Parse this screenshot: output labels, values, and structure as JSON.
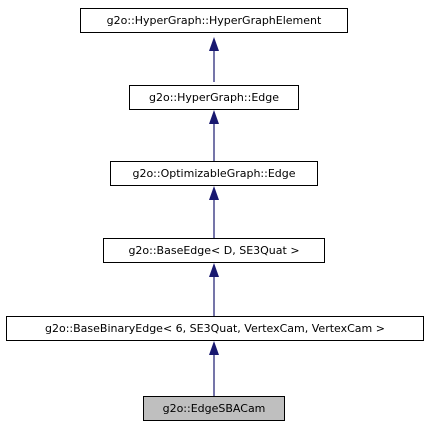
{
  "diagram": {
    "title": "",
    "nodes": [
      {
        "id": "hypergraph-element",
        "label": "g2o::HyperGraph::HyperGraphElement",
        "highlighted": false
      },
      {
        "id": "hypergraph-edge",
        "label": "g2o::HyperGraph::Edge",
        "highlighted": false
      },
      {
        "id": "optimizable-edge",
        "label": "g2o::OptimizableGraph::Edge",
        "highlighted": false
      },
      {
        "id": "base-edge",
        "label": "g2o::BaseEdge< D, SE3Quat >",
        "highlighted": false
      },
      {
        "id": "base-binary-edge",
        "label": "g2o::BaseBinaryEdge< 6, SE3Quat, VertexCam, VertexCam >",
        "highlighted": false
      },
      {
        "id": "edge-sba-cam",
        "label": "g2o::EdgeSBACam",
        "highlighted": true
      }
    ],
    "edges": [
      {
        "from": "hypergraph-edge",
        "to": "hypergraph-element"
      },
      {
        "from": "optimizable-edge",
        "to": "hypergraph-edge"
      },
      {
        "from": "base-edge",
        "to": "optimizable-edge"
      },
      {
        "from": "base-binary-edge",
        "to": "base-edge"
      },
      {
        "from": "edge-sba-cam",
        "to": "base-binary-edge"
      }
    ],
    "colors": {
      "edge": "#191970",
      "node_border": "#000000",
      "node_fill": "#ffffff",
      "highlight_fill": "#bfbfbf"
    }
  }
}
